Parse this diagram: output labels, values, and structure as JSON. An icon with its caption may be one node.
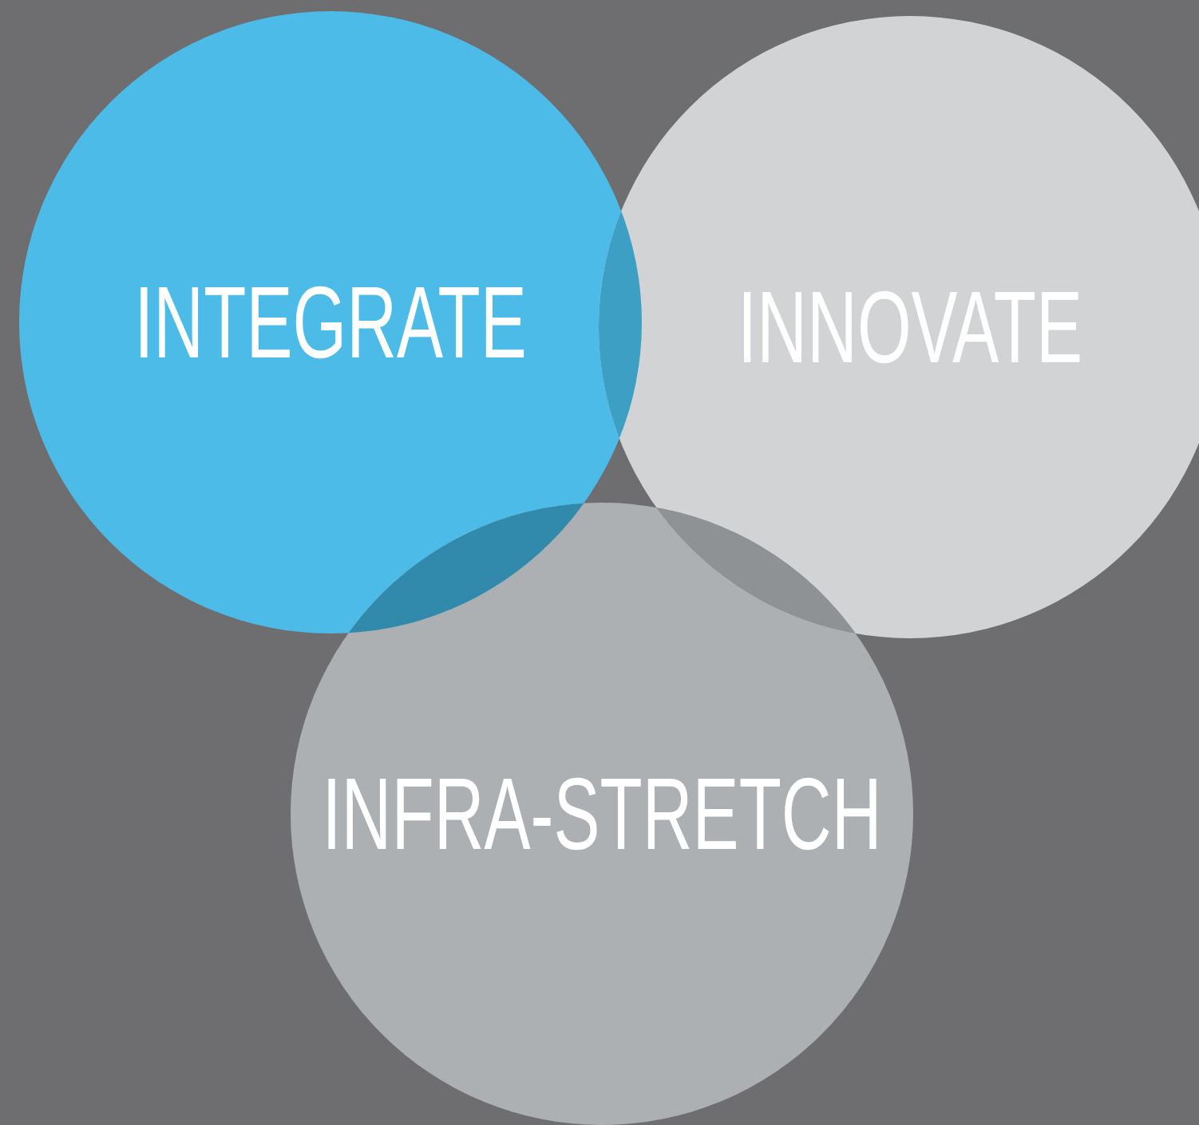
{
  "diagram": {
    "nodes": [
      {
        "text": [
          "INTEGRATE"
        ]
      },
      {
        "text": [
          "INNOVATE"
        ]
      },
      {
        "text": [
          "INFRA-STRETCH"
        ]
      }
    ]
  }
}
